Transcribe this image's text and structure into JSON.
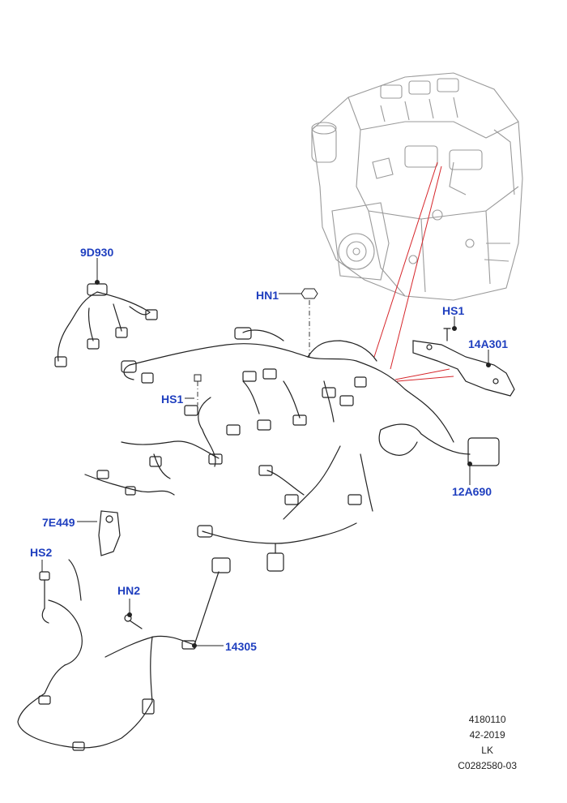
{
  "colors": {
    "callout_text": "#1f3fbf",
    "line_art": "#222222",
    "engine_art": "#9a9a9a",
    "pointer_lines": "#d6262b"
  },
  "callouts": {
    "c_9d930": "9D930",
    "c_hn1": "HN1",
    "c_hs1_top": "HS1",
    "c_14a301": "14A301",
    "c_hs1_left": "HS1",
    "c_12a690": "12A690",
    "c_7e449": "7E449",
    "c_hs2": "HS2",
    "c_hn2": "HN2",
    "c_14305": "14305"
  },
  "reference": {
    "code1": "4180110",
    "code2": "42-2019",
    "code3": "LK",
    "code4": "C0282580-03"
  }
}
